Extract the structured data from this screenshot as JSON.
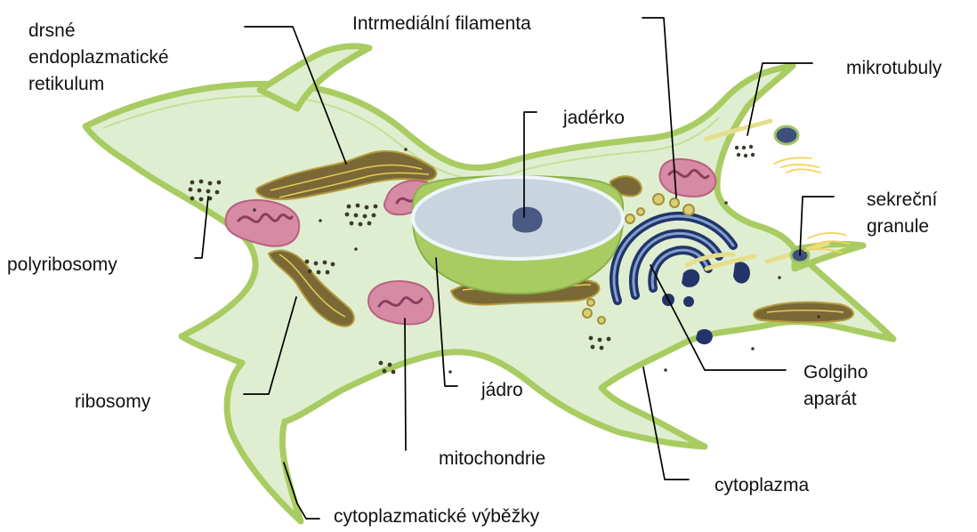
{
  "labels": {
    "drsne_er": "drsné\nendoplazmatické\nretikulum",
    "intermediate_filaments": "Intrmediální  filamenta",
    "microtubules": "mikrotubuly",
    "nucleolus": "jadérko",
    "polyribosomes": "polyribosomy",
    "secretory_granule": "sekreční\ngranule",
    "ribosomes": "ribosomy",
    "nucleus": "jádro",
    "golgi": "Golgiho\naparát",
    "mitochondria": "mitochondrie",
    "cytoplasm": "cytoplazma",
    "cytoplasmic_processes": "cytoplazmatické výběžky"
  },
  "colors": {
    "cytoplasm": "#dfeed0",
    "membrane": "#a9cc62",
    "rough_er": "#7a6936",
    "mitochondria": "#d68aa4",
    "nucleus_surface": "#c9d5de",
    "nucleolus": "#4b5a84",
    "golgi": "#23346a"
  }
}
